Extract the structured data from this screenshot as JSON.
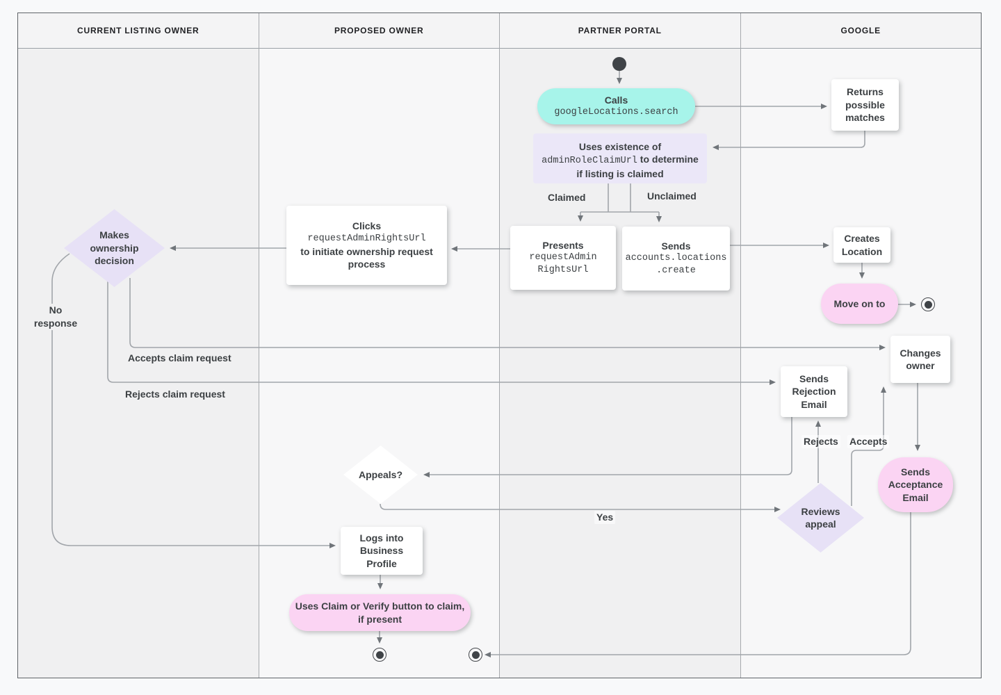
{
  "lanes": [
    {
      "label": "CURRENT LISTING OWNER"
    },
    {
      "label": "PROPOSED OWNER"
    },
    {
      "label": "PARTNER PORTAL"
    },
    {
      "label": "GOOGLE"
    }
  ],
  "nodes": {
    "calls": {
      "title": "Calls",
      "code": "googleLocations.search"
    },
    "returns": {
      "label": "Returns possible matches"
    },
    "uses": {
      "pre": "Uses existence of",
      "code": "adminRoleClaimUrl",
      "post": "to determine if listing is claimed"
    },
    "presents": {
      "title": "Presents",
      "code": "requestAdmin RightsUrl"
    },
    "sends_create": {
      "title": "Sends",
      "code": "accounts.locations .create"
    },
    "clicks": {
      "title": "Clicks",
      "code": "requestAdminRightsUrl",
      "post": "to initiate ownership request process"
    },
    "decision": {
      "label": "Makes ownership decision"
    },
    "creates": {
      "label": "Creates Location"
    },
    "move_on": {
      "label": "Move on to"
    },
    "changes": {
      "label": "Changes owner"
    },
    "rejection": {
      "label": "Sends Rejection Email"
    },
    "acceptance": {
      "label": "Sends Acceptance Email"
    },
    "appeals": {
      "label": "Appeals?"
    },
    "reviews": {
      "label": "Reviews appeal"
    },
    "logs": {
      "label": "Logs into Business Profile"
    },
    "claim_button": {
      "label": "Uses Claim or Verify button to claim, if present"
    }
  },
  "edge_labels": {
    "claimed": "Claimed",
    "unclaimed": "Unclaimed",
    "no_response": "No response",
    "accepts_claim": "Accepts claim request",
    "rejects_claim": "Rejects claim request",
    "rejects": "Rejects",
    "accepts": "Accepts",
    "yes": "Yes"
  },
  "colors": {
    "teal": "#a7f4ea",
    "pink": "#fbd4f3",
    "lavender": "#e7e1f6",
    "line": "#a1a5aa",
    "text": "#3c4043"
  }
}
